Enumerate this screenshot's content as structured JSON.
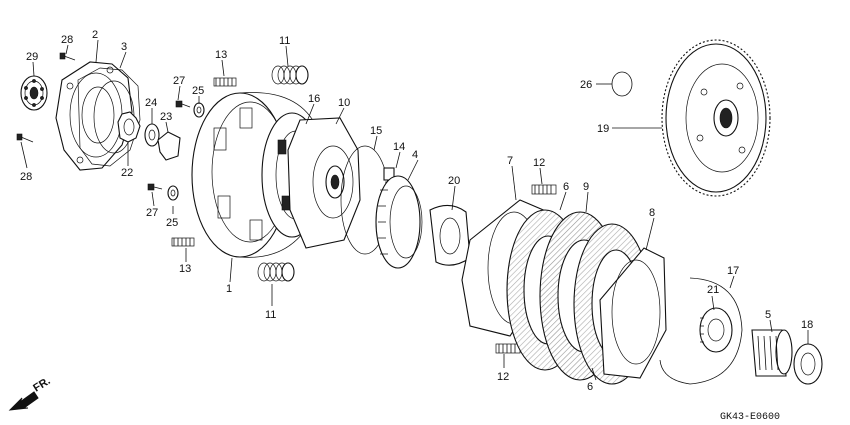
{
  "diagram_code": "GK43-E0600",
  "direction_label": "FR.",
  "callouts": [
    {
      "id": "c1",
      "text": "1"
    },
    {
      "id": "c2",
      "text": "2"
    },
    {
      "id": "c3",
      "text": "3"
    },
    {
      "id": "c4",
      "text": "4"
    },
    {
      "id": "c5",
      "text": "5"
    },
    {
      "id": "c6a",
      "text": "6"
    },
    {
      "id": "c6b",
      "text": "6"
    },
    {
      "id": "c7",
      "text": "7"
    },
    {
      "id": "c8",
      "text": "8"
    },
    {
      "id": "c9",
      "text": "9"
    },
    {
      "id": "c10",
      "text": "10"
    },
    {
      "id": "c11a",
      "text": "11"
    },
    {
      "id": "c11b",
      "text": "11"
    },
    {
      "id": "c12a",
      "text": "12"
    },
    {
      "id": "c12b",
      "text": "12"
    },
    {
      "id": "c13a",
      "text": "13"
    },
    {
      "id": "c13b",
      "text": "13"
    },
    {
      "id": "c14",
      "text": "14"
    },
    {
      "id": "c15",
      "text": "15"
    },
    {
      "id": "c16",
      "text": "16"
    },
    {
      "id": "c17",
      "text": "17"
    },
    {
      "id": "c18",
      "text": "18"
    },
    {
      "id": "c19",
      "text": "19"
    },
    {
      "id": "c20",
      "text": "20"
    },
    {
      "id": "c21",
      "text": "21"
    },
    {
      "id": "c22",
      "text": "22"
    },
    {
      "id": "c23",
      "text": "23"
    },
    {
      "id": "c24",
      "text": "24"
    },
    {
      "id": "c25a",
      "text": "25"
    },
    {
      "id": "c25b",
      "text": "25"
    },
    {
      "id": "c26",
      "text": "26"
    },
    {
      "id": "c27a",
      "text": "27"
    },
    {
      "id": "c27b",
      "text": "27"
    },
    {
      "id": "c28a",
      "text": "28"
    },
    {
      "id": "c28b",
      "text": "28"
    },
    {
      "id": "c29",
      "text": "29"
    }
  ]
}
